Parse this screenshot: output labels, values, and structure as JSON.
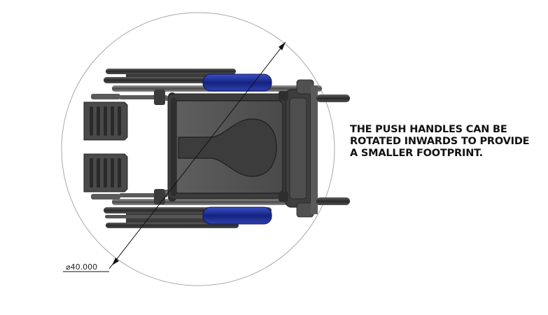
{
  "note": {
    "lines": [
      "THE PUSH HANDLES CAN BE",
      "ROTATED INWARDS TO PROVIDE",
      "A SMALLER FOOTPRINT."
    ]
  },
  "dimension": {
    "symbol": "⌀",
    "value": "40.000"
  },
  "colors": {
    "frame": "#3a3a3a",
    "seat": "#555555",
    "tire": "#2c2c2c",
    "armrest_pad": "#1c2e9c",
    "footrest": "#4a4a4a",
    "outline": "#9a9a9a"
  }
}
